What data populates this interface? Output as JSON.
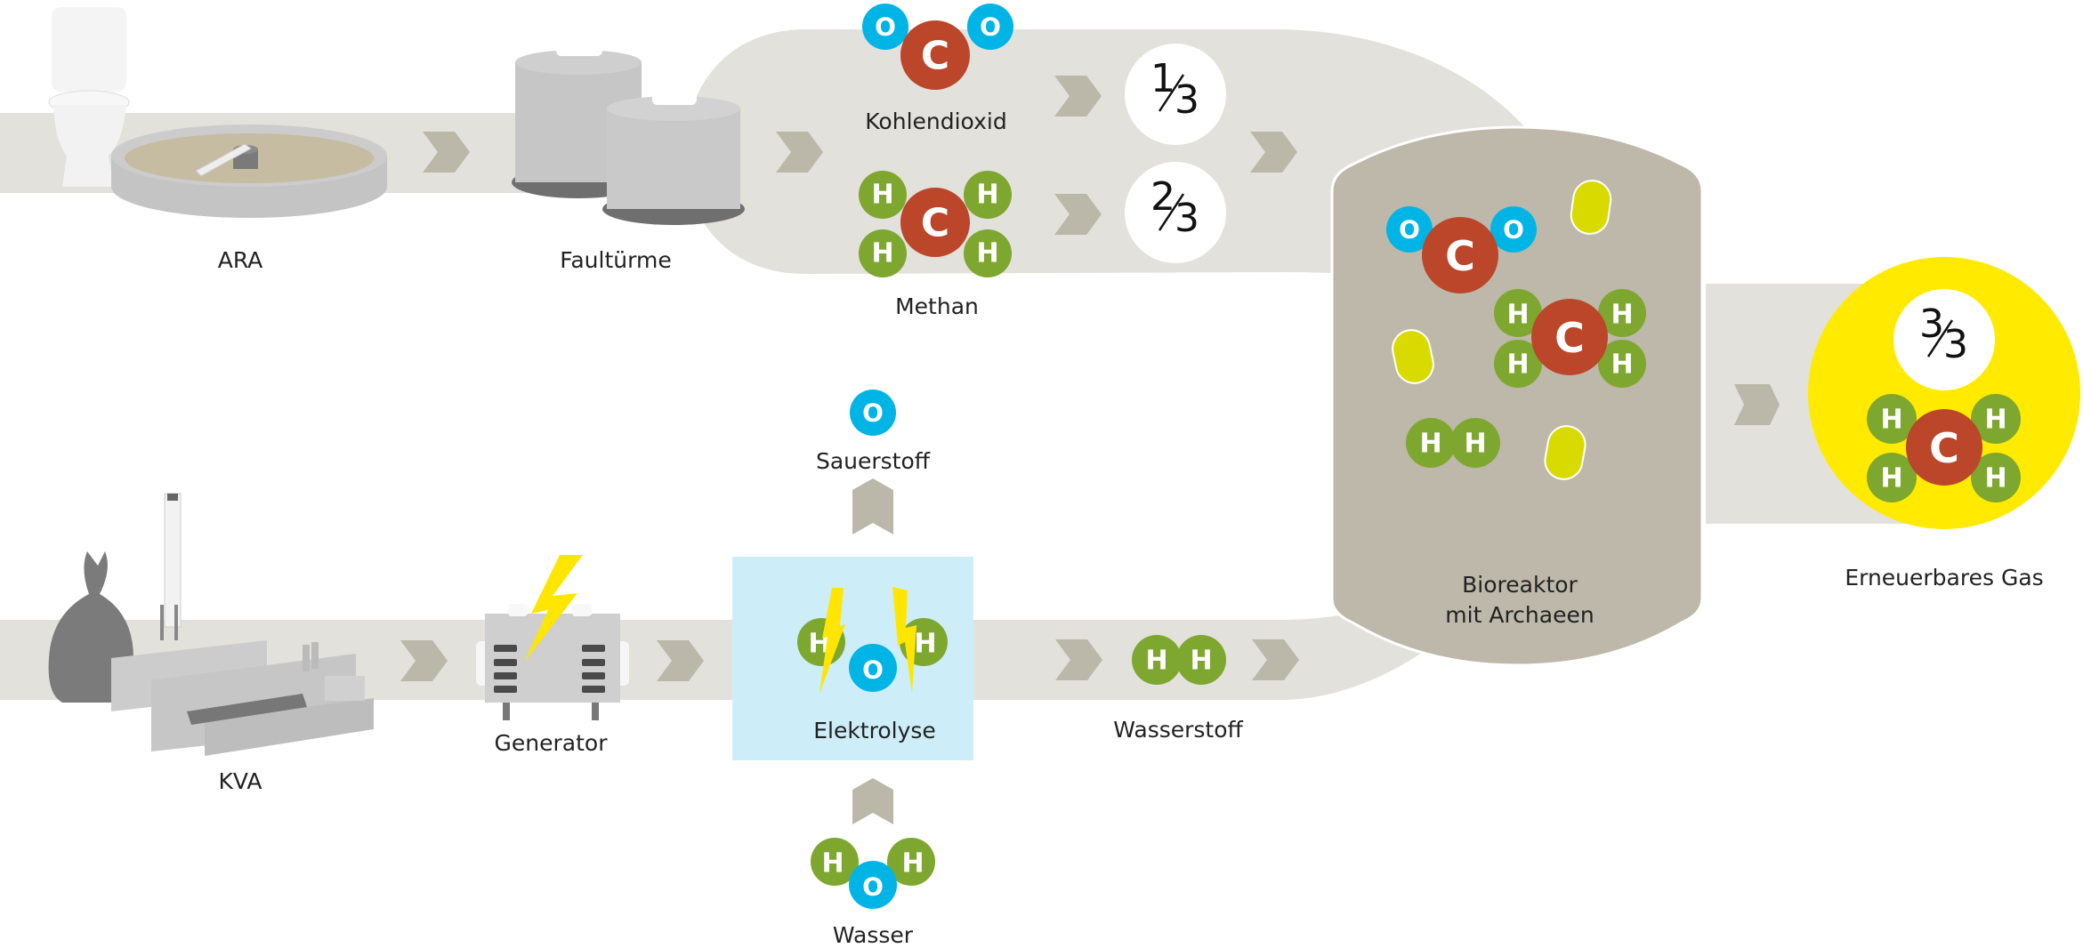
{
  "colors": {
    "band": "#e2e1dc",
    "chevron": "#bbb7a9",
    "reactor": "#bdb8a9",
    "carbon": "#bb4629",
    "oxygen": "#00b4e6",
    "hydrogen": "#7ea72f",
    "bacteria": "#d9db00",
    "gas_circle": "#ffea00",
    "electrolysis_box": "#cdeef8",
    "lightning": "#ffe600",
    "text": "#222222"
  },
  "atoms": {
    "carbon": "C",
    "oxygen": "O",
    "hydrogen": "H"
  },
  "stations": {
    "ara": {
      "label": "ARA",
      "icon": "wastewater-treatment-icon"
    },
    "faultuerme": {
      "label": "Faultürme",
      "icon": "digester-towers-icon"
    },
    "kva": {
      "label": "KVA",
      "icon": "waste-incineration-plant-icon"
    },
    "generator": {
      "label": "Generator",
      "icon": "generator-icon"
    },
    "elektrolyse": {
      "label": "Elektrolyse"
    },
    "bioreaktor": {
      "label_line1": "Bioreaktor",
      "label_line2": "mit Archaeen"
    },
    "erneuerbares_gas": {
      "label": "Erneuerbares Gas"
    }
  },
  "molecules": {
    "co2": {
      "label": "Kohlendioxid",
      "formula": "CO2"
    },
    "ch4": {
      "label": "Methan",
      "formula": "CH4"
    },
    "o2": {
      "label": "Sauerstoff",
      "formula": "O"
    },
    "h2": {
      "label": "Wasserstoff",
      "formula": "H2"
    },
    "h2o": {
      "label": "Wasser",
      "formula": "H2O"
    }
  },
  "fractions": {
    "co2_share": {
      "num": "1",
      "den": "3"
    },
    "ch4_share": {
      "num": "2",
      "den": "3"
    },
    "total": {
      "num": "3",
      "den": "3"
    }
  }
}
